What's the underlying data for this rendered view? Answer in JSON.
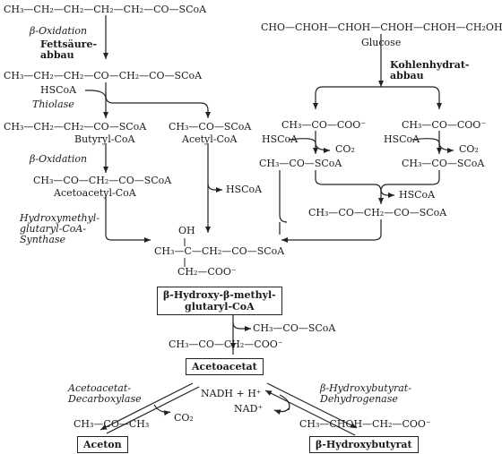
{
  "pathway": {
    "fa_start": "CH₃—CH₂—CH₂—CH₂—CH₂—CO—SCoA",
    "beta_ox_1": "β-Oxidation",
    "fa_degradation": "Fettsäure-\nabbau",
    "ketoacyl": "CH₃—CH₂—CH₂—CO—CH₂—CO—SCoA",
    "hscoa_1": "HSCoA",
    "thiolase": "Thiolase",
    "butyryl": "CH₃—CH₂—CH₂—CO—SCoA",
    "butyryl_name": "Butyryl-CoA",
    "acetyl_left": "CH₃—CO—SCoA",
    "acetyl_left_name": "Acetyl-CoA",
    "beta_ox_2": "β-Oxidation",
    "acetoacetyl": "CH₃—CO—CH₂—CO—SCoA",
    "acetoacetyl_name": "Acetoacetyl-CoA",
    "hmg_synthase": "Hydroxymethyl-\nglutaryl-CoA-\nSynthase",
    "glucose_formula": "CHO—CHOH—CHOH—CHOH—CHOH—CH₂OH",
    "glucose_name": "Glucose",
    "carb_degradation": "Kohlenhydrat-\nabbau",
    "pyruvate_l": "CH₃—CO—COO⁻",
    "pyruvate_r": "CH₃—CO—COO⁻",
    "hscoa_pl": "HSCoA",
    "hscoa_pr": "HSCoA",
    "co2_l": "CO₂",
    "co2_r": "CO₂",
    "acetyl_m": "CH₃—CO—SCoA",
    "acetyl_r": "CH₃—CO—SCoA",
    "hscoa_mid": "HSCoA",
    "hscoa_right": "HSCoA",
    "acetoacetyl_r": "CH₃—CO—CH₂—CO—SCoA",
    "hmg_oh": "OH",
    "hmg_main": "CH₃—C—CH₂—CO—SCoA",
    "hmg_bottom": "CH₂—COO⁻",
    "hmg_name": "β-Hydroxy-β-methyl-\nglutaryl-CoA",
    "acetyl_out": "CH₃—CO—SCoA",
    "acetoacetate_formula": "CH₃—CO—CH₂—COO⁻",
    "acetoacetate_name": "Acetoacetat",
    "decarboxylase": "Acetoacetat-\nDecarboxylase",
    "dehydrogenase": "β-Hydroxybutyrat-\nDehydrogenase",
    "nadh": "NADH + H⁺",
    "nad": "NAD⁺",
    "co2_bottom": "CO₂",
    "acetone_formula": "CH₃—CO—CH₃",
    "acetone_name": "Aceton",
    "hydroxybutyrate_formula": "CH₃—CHOH—CH₂—COO⁻",
    "hydroxybutyrate_name": "β-Hydroxybutyrat"
  }
}
